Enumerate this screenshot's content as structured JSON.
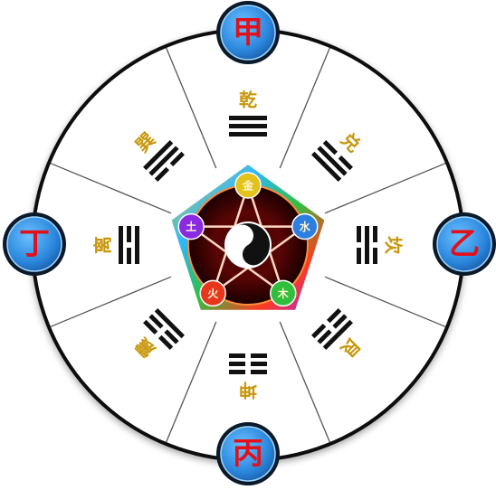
{
  "colors": {
    "ring": "#111111",
    "seal_fill": "#2f8fe0",
    "seal_ring": "#0b1a2a",
    "seal_text": "#e3101a",
    "gold_text": "#c8960a"
  },
  "stems": [
    {
      "id": "top",
      "char": "甲"
    },
    {
      "id": "right",
      "char": "乙"
    },
    {
      "id": "bottom",
      "char": "丙"
    },
    {
      "id": "left",
      "char": "丁"
    }
  ],
  "trigrams": [
    {
      "name": "乾",
      "lines": [
        "yang",
        "yang",
        "yang"
      ]
    },
    {
      "name": "兑",
      "lines": [
        "yin",
        "yang",
        "yang"
      ]
    },
    {
      "name": "坎",
      "lines": [
        "yin",
        "yang",
        "yin"
      ]
    },
    {
      "name": "艮",
      "lines": [
        "yang",
        "yin",
        "yin"
      ]
    },
    {
      "name": "坤",
      "lines": [
        "yin",
        "yin",
        "yin"
      ]
    },
    {
      "name": "震",
      "lines": [
        "yin",
        "yin",
        "yang"
      ]
    },
    {
      "name": "离",
      "lines": [
        "yang",
        "yin",
        "yang"
      ]
    },
    {
      "name": "巽",
      "lines": [
        "yang",
        "yang",
        "yin"
      ]
    }
  ],
  "elements": [
    {
      "char": "金",
      "color": "#e3c21a"
    },
    {
      "char": "水",
      "color": "#2c7fe0"
    },
    {
      "char": "木",
      "color": "#2fbf3a"
    },
    {
      "char": "火",
      "color": "#e8361c"
    },
    {
      "char": "土",
      "color": "#8a2be2"
    }
  ],
  "center": {
    "icon": "yin-yang-icon"
  }
}
